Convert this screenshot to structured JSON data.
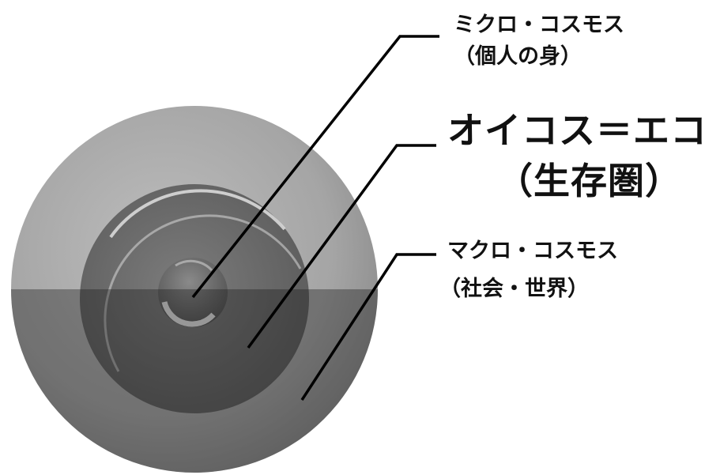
{
  "labels": {
    "micro": {
      "line1": "ミクロ・コスモス",
      "line2": "（個人の身）"
    },
    "oikos": {
      "line1": "オイコス＝エコ",
      "line2": "（生存圏）"
    },
    "macro": {
      "line1": "マクロ・コスモス",
      "line2": "（社会・世界）"
    }
  },
  "colors": {
    "outer_circle": "#a8a8a8",
    "middle_circle": "#6e6e6e",
    "inner_circle": "#5a5a5a",
    "lower_shade": "#3a3a3a",
    "leader_lines": "#000000",
    "highlight": "#f2f2f2"
  }
}
